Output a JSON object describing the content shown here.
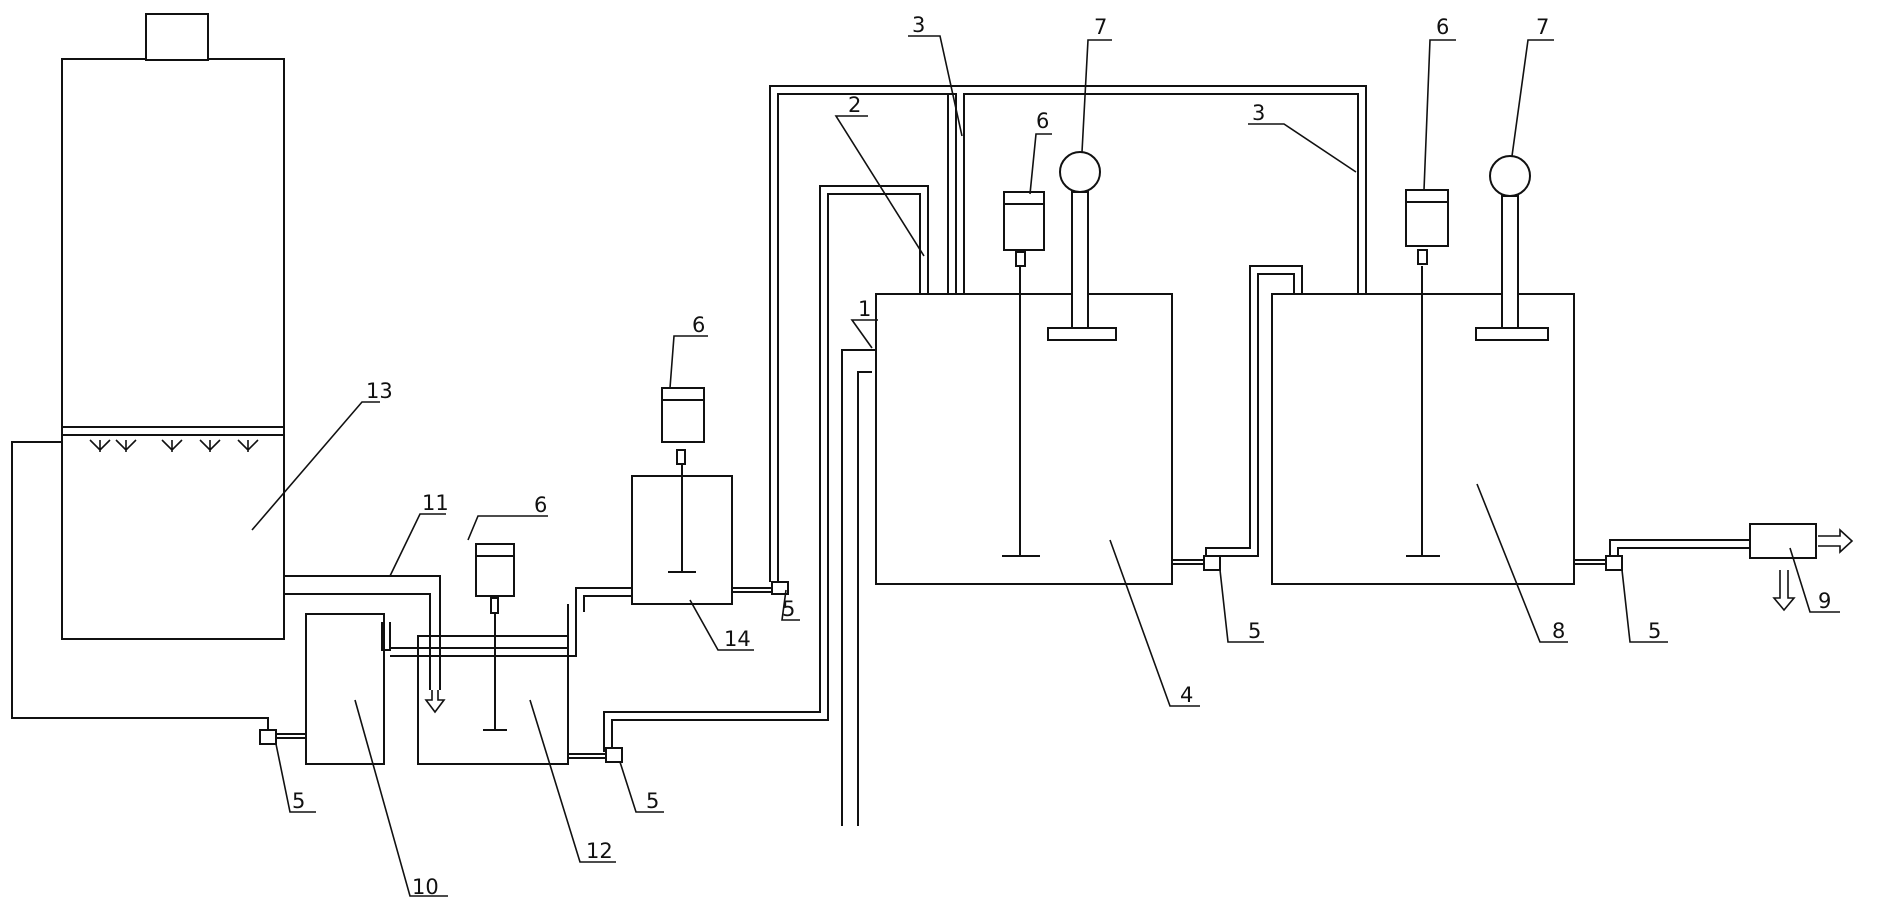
{
  "labels": {
    "scrubber": "13",
    "tank_10": "10",
    "pipe_11": "11",
    "tank_12": "12",
    "tank_14": "14",
    "tank_4": "4",
    "tank_8": "8",
    "separator_9": "9",
    "pipe_1": "1",
    "pipe_2": "2",
    "pipe_3_left": "3",
    "pipe_3_right": "3",
    "dosing_6_a": "6",
    "dosing_6_b": "6",
    "dosing_6_c": "6",
    "dosing_6_d": "6",
    "motor_7_a": "7",
    "motor_7_b": "7",
    "pump_5_a": "5",
    "pump_5_b": "5",
    "pump_5_c": "5",
    "pump_5_d": "5",
    "pump_5_e": "5"
  }
}
